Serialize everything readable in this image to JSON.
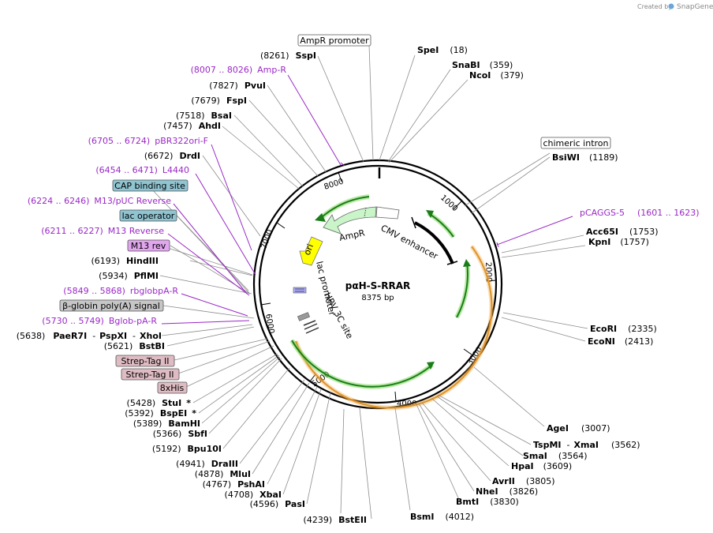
{
  "plasmid": {
    "name": "pαH-S-RRAR",
    "length": "8375 bp"
  },
  "credit": {
    "prefix": "Created by",
    "brand": "SnapGene"
  },
  "ticks": [
    "1000",
    "2000",
    "3000",
    "4000",
    "5000",
    "6000",
    "7000",
    "8000"
  ],
  "sites_right": [
    {
      "name": "SpeI",
      "pos": "(18)"
    },
    {
      "name": "SnaBI",
      "pos": "(359)"
    },
    {
      "name": "NcoI",
      "pos": "(379)"
    },
    {
      "name": "BsiWI",
      "pos": "(1189)"
    },
    {
      "name": "Acc65I",
      "pos": "(1753)"
    },
    {
      "name": "KpnI",
      "pos": "(1757)"
    },
    {
      "name": "EcoRI",
      "pos": "(2335)"
    },
    {
      "name": "EcoNI",
      "pos": "(2413)"
    },
    {
      "name": "AgeI",
      "pos": "(3007)"
    },
    {
      "name": "TspMI",
      "name2": "XmaI",
      "pos": "(3562)"
    },
    {
      "name": "SmaI",
      "pos": "(3564)"
    },
    {
      "name": "HpaI",
      "pos": "(3609)"
    },
    {
      "name": "AvrII",
      "pos": "(3805)"
    },
    {
      "name": "NheI",
      "pos": "(3826)"
    },
    {
      "name": "BmtI",
      "pos": "(3830)"
    },
    {
      "name": "BsmI",
      "pos": "(4012)"
    }
  ],
  "sites_left": [
    {
      "pos": "(8261)",
      "name": "SspI"
    },
    {
      "pos": "(7827)",
      "name": "PvuI"
    },
    {
      "pos": "(7679)",
      "name": "FspI"
    },
    {
      "pos": "(7518)",
      "name": "BsaI"
    },
    {
      "pos": "(7457)",
      "name": "AhdI"
    },
    {
      "pos": "(6672)",
      "name": "DrdI"
    },
    {
      "pos": "(6193)",
      "name": "HindIII"
    },
    {
      "pos": "(5934)",
      "name": "PflMI"
    },
    {
      "pos": "(5638)",
      "name": "PaeR7I",
      "name2": "PspXI",
      "name3": "XhoI"
    },
    {
      "pos": "(5621)",
      "name": "BstBI"
    },
    {
      "pos": "(5428)",
      "name": "StuI",
      "mark": "*"
    },
    {
      "pos": "(5392)",
      "name": "BspEI",
      "mark": "*"
    },
    {
      "pos": "(5389)",
      "name": "BamHI"
    },
    {
      "pos": "(5366)",
      "name": "SbfI"
    },
    {
      "pos": "(5192)",
      "name": "Bpu10I"
    },
    {
      "pos": "(4941)",
      "name": "DraIII"
    },
    {
      "pos": "(4878)",
      "name": "MluI"
    },
    {
      "pos": "(4767)",
      "name": "PshAI"
    },
    {
      "pos": "(4708)",
      "name": "XbaI"
    },
    {
      "pos": "(4596)",
      "name": "PasI"
    },
    {
      "pos": "(4239)",
      "name": "BstEII"
    }
  ],
  "primers": [
    {
      "range": "(8007 .. 8026)",
      "name": "Amp-R"
    },
    {
      "range": "(6705 .. 6724)",
      "name": "pBR322ori-F"
    },
    {
      "range": "(6454 .. 6471)",
      "name": "L4440"
    },
    {
      "range": "(6224 .. 6246)",
      "name": "M13/pUC Reverse"
    },
    {
      "range": "(6211 .. 6227)",
      "name": "M13 Reverse"
    },
    {
      "range": "(5849 .. 5868)",
      "name": "rbglobpA-R"
    },
    {
      "range": "(5730 .. 5749)",
      "name": "Bglob-pA-R"
    },
    {
      "range": "(1601 .. 1623)",
      "name": "pCAGGS-5"
    }
  ],
  "boxed_features": [
    {
      "label": "AmpR promoter",
      "style": "white"
    },
    {
      "label": "chimeric intron",
      "style": "white"
    },
    {
      "label": "CAP binding site",
      "style": "teal"
    },
    {
      "label": "lac operator",
      "style": "teal"
    },
    {
      "label": "M13 rev",
      "style": "violet"
    },
    {
      "label": "β-globin poly(A) signal",
      "style": "gray"
    },
    {
      "label": "Strep-Tag II",
      "style": "pink"
    },
    {
      "label": "Strep-Tag II",
      "style": "pink"
    },
    {
      "label": "8xHis",
      "style": "pink"
    }
  ],
  "inner_labels": {
    "ampr": "AmpR",
    "ori": "ori",
    "cmv": "CMV enhancer",
    "lac": "lac promoter",
    "hrv": "HRV 3C site"
  },
  "colors": {
    "primer": "#9a28c6",
    "teal_box": "#8fc4d1",
    "violet_box": "#e1a6ee",
    "gray_box": "#c6c6c6",
    "pink_box": "#dfbcc4",
    "ampr": "#c9f5c9",
    "ori": "#ffff00",
    "green_arc": "#7ed957",
    "orange_arc": "#f2a640"
  }
}
